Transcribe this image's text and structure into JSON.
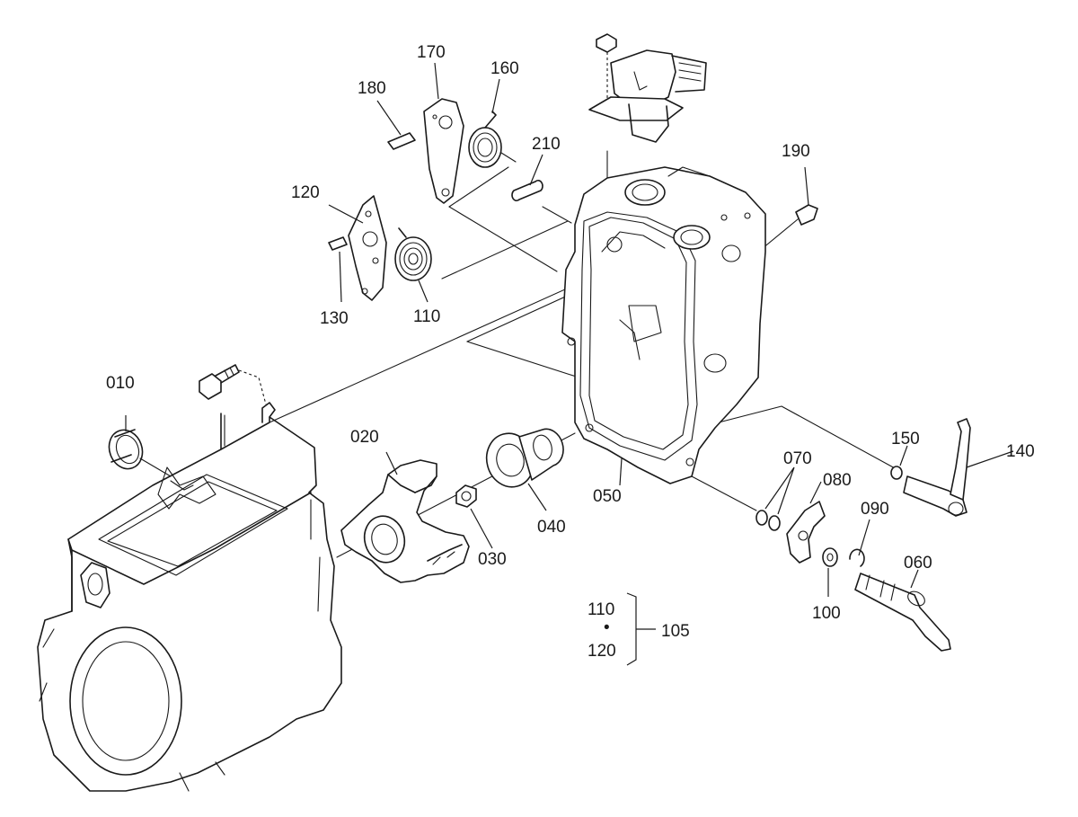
{
  "labels": {
    "p010": "010",
    "p020": "020",
    "p030": "030",
    "p040": "040",
    "p050": "050",
    "p060": "060",
    "p070": "070",
    "p080": "080",
    "p090": "090",
    "p100": "100",
    "p105": "105",
    "p110": "110",
    "p110_group": "110",
    "p120": "120",
    "p120_group": "120",
    "p130": "130",
    "p140": "140",
    "p150": "150",
    "p160": "160",
    "p170": "170",
    "p180": "180",
    "p190": "190",
    "p210": "210",
    "group_bullet": "•"
  },
  "colors": {
    "line": "#1a1a1a",
    "background": "#ffffff"
  }
}
